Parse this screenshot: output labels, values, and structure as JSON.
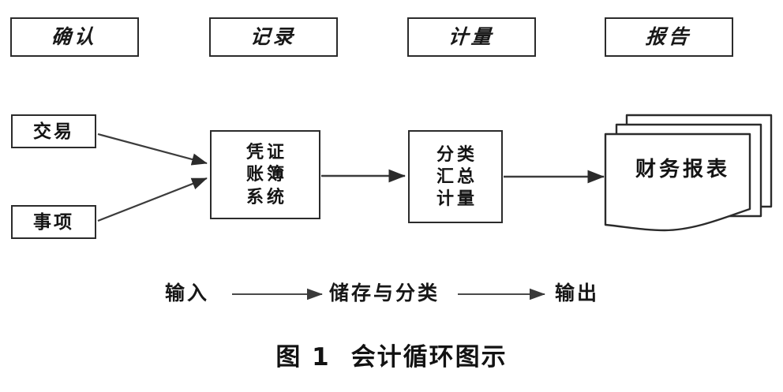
{
  "figure": {
    "caption_prefix": "图 1",
    "caption_title": "会计循环图示",
    "background_color": "#ffffff",
    "line_color": "#2b2b2b",
    "text_color": "#141414"
  },
  "phases": [
    {
      "label": "确认",
      "meaning": "Recognition"
    },
    {
      "label": "记录",
      "meaning": "Recording"
    },
    {
      "label": "计量",
      "meaning": "Measurement"
    },
    {
      "label": "报告",
      "meaning": "Reporting"
    }
  ],
  "sources": [
    {
      "label": "交易",
      "meaning": "Transactions"
    },
    {
      "label": "事项",
      "meaning": "Events"
    }
  ],
  "processes": [
    {
      "name": "voucher-ledger-system",
      "lines": [
        "凭证",
        "账簿",
        "系统"
      ],
      "meaning": "Vouchers / Ledgers / System"
    },
    {
      "name": "classify-summarize-measure",
      "lines": [
        "分类",
        "汇总",
        "计量"
      ],
      "meaning": "Classify / Summarize / Measure"
    }
  ],
  "output_document": {
    "label": "财务报表",
    "meaning": "Financial Statements",
    "sheet_count": 3
  },
  "flow_legend": {
    "steps": [
      "输入",
      "储存与分类",
      "输出"
    ],
    "meanings": [
      "Input",
      "Storage and Classification",
      "Output"
    ]
  },
  "connectors": [
    {
      "name": "transaction-to-voucher",
      "from": "交易",
      "to": "凭证账簿系统"
    },
    {
      "name": "event-to-voucher",
      "from": "事项",
      "to": "凭证账簿系统"
    },
    {
      "name": "voucher-to-classify",
      "from": "凭证账簿系统",
      "to": "分类汇总计量"
    },
    {
      "name": "classify-to-statements",
      "from": "分类汇总计量",
      "to": "财务报表"
    },
    {
      "name": "input-to-storage",
      "from": "输入",
      "to": "储存与分类"
    },
    {
      "name": "storage-to-output",
      "from": "储存与分类",
      "to": "输出"
    }
  ]
}
